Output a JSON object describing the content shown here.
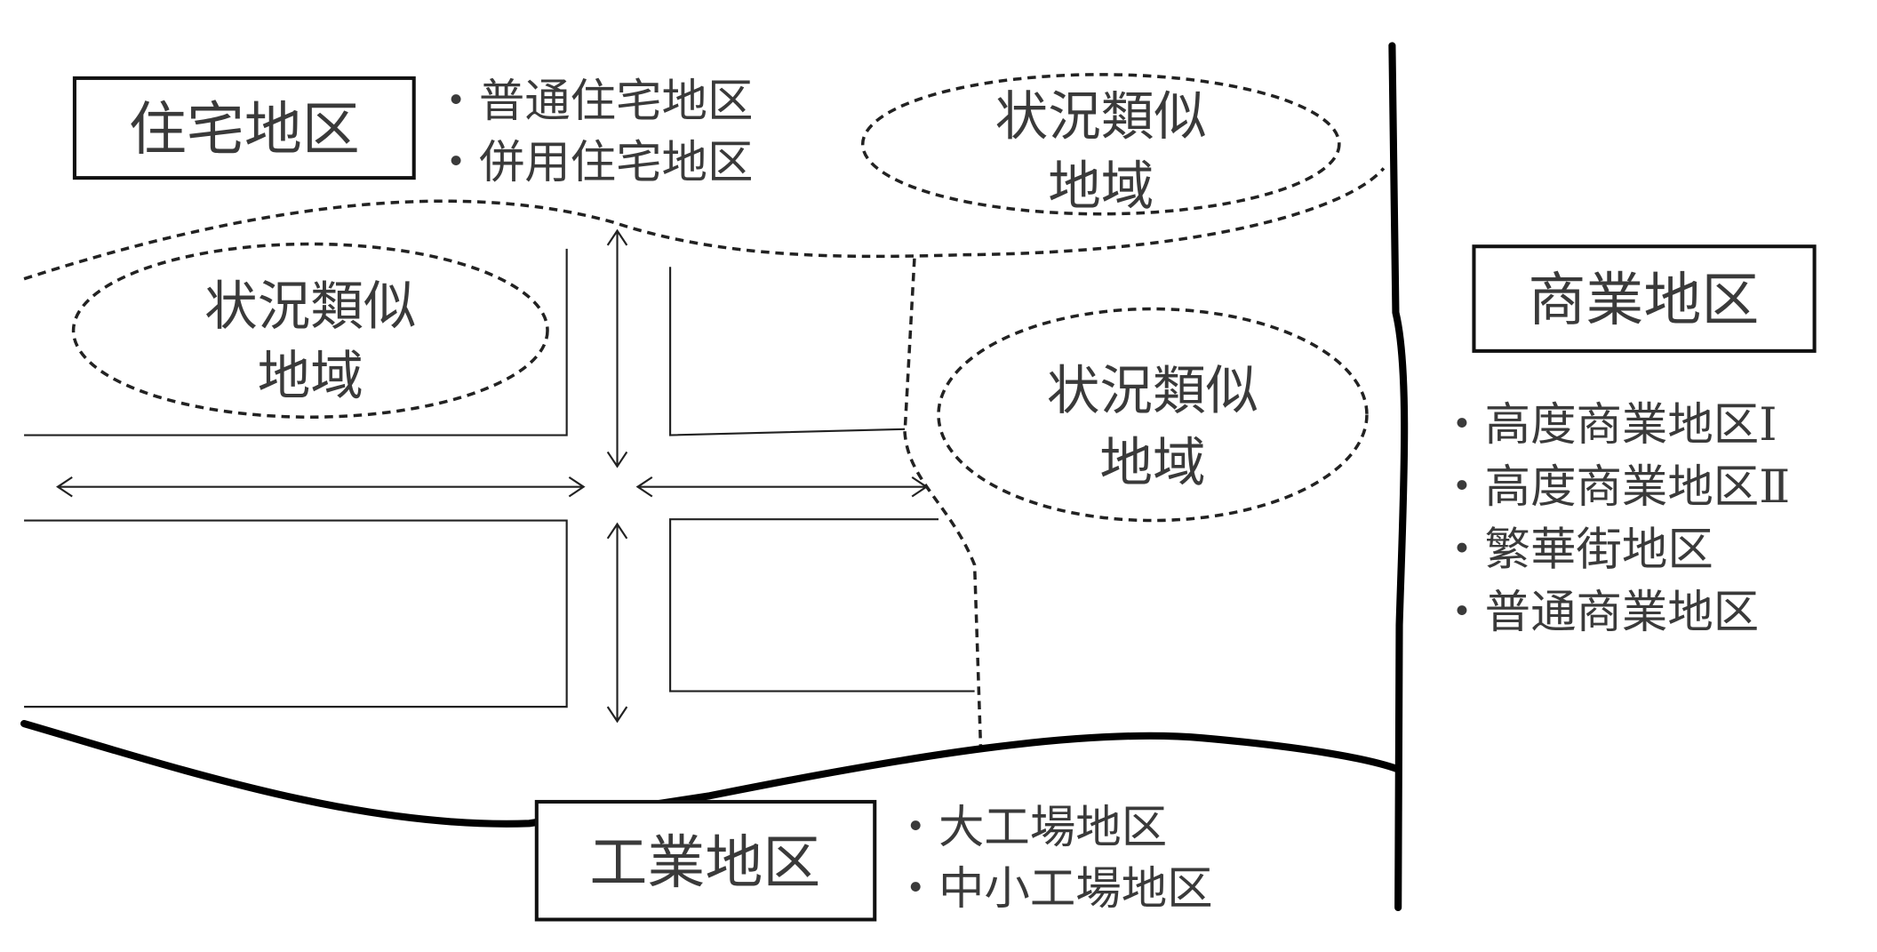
{
  "residential": {
    "title": "住宅地区",
    "items": [
      "・普通住宅地区",
      "・併用住宅地区"
    ]
  },
  "commercial": {
    "title": "商業地区",
    "items": [
      "・高度商業地区Ⅰ",
      "・高度商業地区Ⅱ",
      "・繁華街地区",
      "・普通商業地区"
    ]
  },
  "industrial": {
    "title": "工業地区",
    "items": [
      "・大工場地区",
      "・中小工場地区"
    ]
  },
  "similar_areas": [
    {
      "line1": "状況類似",
      "line2": "地域"
    },
    {
      "line1": "状況類似",
      "line2": "地域"
    },
    {
      "line1": "状況類似",
      "line2": "地域"
    }
  ]
}
